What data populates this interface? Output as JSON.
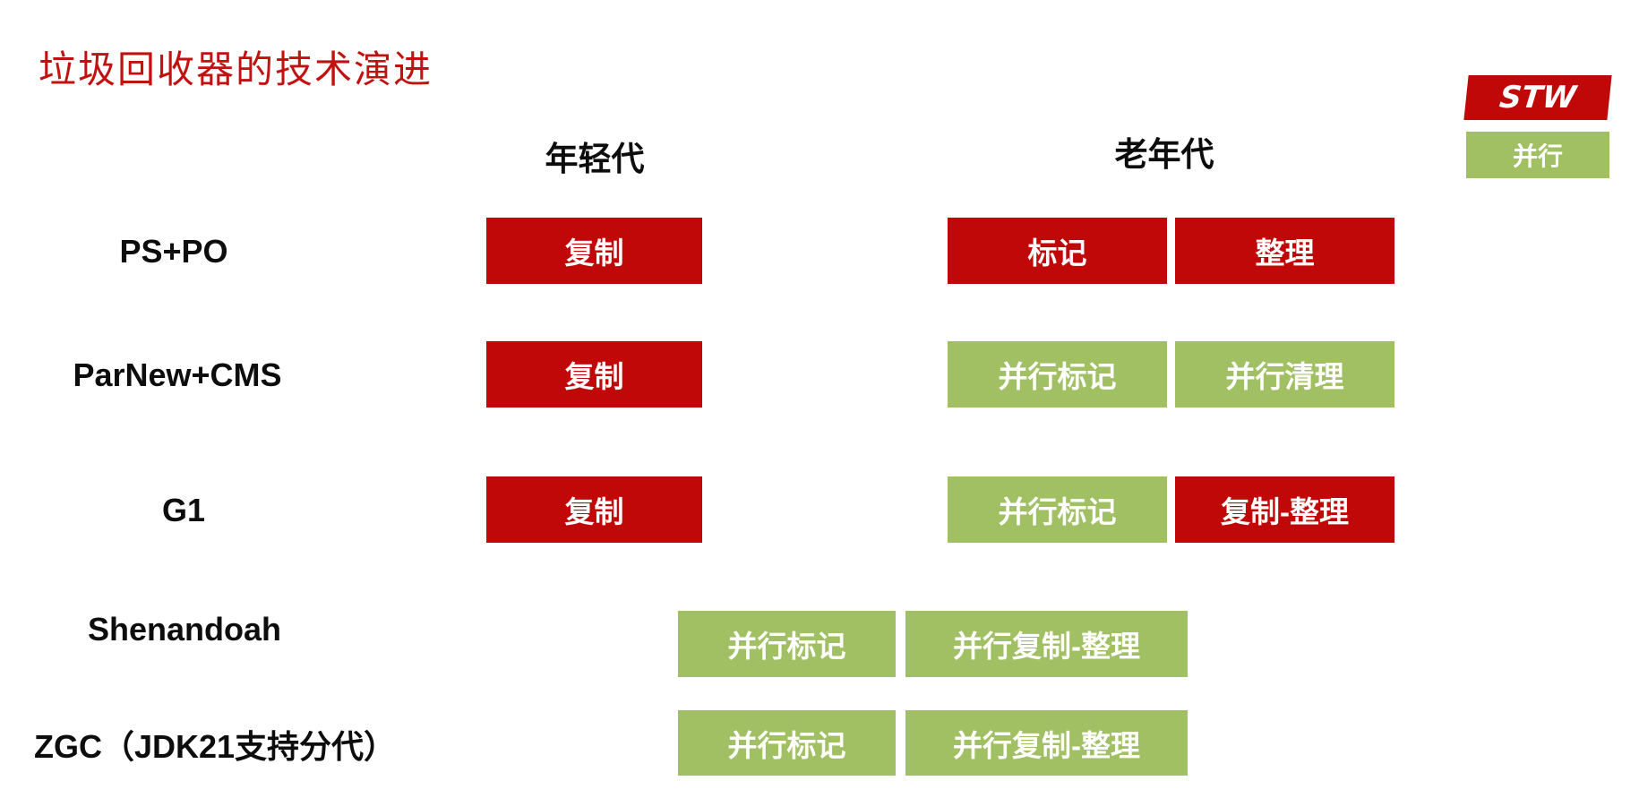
{
  "title": "垃圾回收器的技术演进",
  "legend": {
    "stw": {
      "label": "STW",
      "color": "#C10808"
    },
    "parallel": {
      "label": "并行",
      "color": "#A1C064"
    }
  },
  "columns": {
    "young": "年轻代",
    "old": "老年代"
  },
  "rows": [
    {
      "label": "PS+PO",
      "phases": [
        {
          "text": "复制",
          "type": "stw",
          "generation": "young"
        },
        {
          "text": "标记",
          "type": "stw",
          "generation": "old"
        },
        {
          "text": "整理",
          "type": "stw",
          "generation": "old"
        }
      ]
    },
    {
      "label": "ParNew+CMS",
      "phases": [
        {
          "text": "复制",
          "type": "stw",
          "generation": "young"
        },
        {
          "text": "并行标记",
          "type": "parallel",
          "generation": "old"
        },
        {
          "text": "并行清理",
          "type": "parallel",
          "generation": "old"
        }
      ]
    },
    {
      "label": "G1",
      "phases": [
        {
          "text": "复制",
          "type": "stw",
          "generation": "young"
        },
        {
          "text": "并行标记",
          "type": "parallel",
          "generation": "old"
        },
        {
          "text": "复制-整理",
          "type": "stw",
          "generation": "old"
        }
      ]
    },
    {
      "label": "Shenandoah",
      "phases": [
        {
          "text": "并行标记",
          "type": "parallel",
          "generation": "unified"
        },
        {
          "text": "并行复制-整理",
          "type": "parallel",
          "generation": "unified"
        }
      ]
    },
    {
      "label": "ZGC（JDK21支持分代）",
      "phases": [
        {
          "text": "并行标记",
          "type": "parallel",
          "generation": "unified"
        },
        {
          "text": "并行复制-整理",
          "type": "parallel",
          "generation": "unified"
        }
      ]
    }
  ]
}
